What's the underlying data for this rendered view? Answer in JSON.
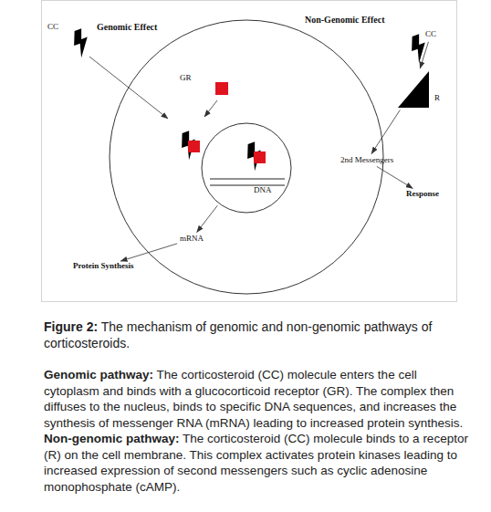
{
  "diagram": {
    "caption": "Figure 2: The mechanism of genomic and non-genomic pathways of corticosteroids.",
    "nodes": [
      {
        "text": [
          "CC"
        ]
      },
      {
        "text": [
          "GR"
        ]
      },
      {
        "text": [
          "DNA"
        ]
      },
      {
        "text": [
          "mRNA"
        ]
      },
      {
        "text": [
          "Protein Synthesis"
        ]
      },
      {
        "text": [
          "CC"
        ]
      },
      {
        "text": [
          "R"
        ]
      },
      {
        "text": [
          "2nd Messengers"
        ]
      },
      {
        "text": [
          "Response"
        ]
      }
    ],
    "edges": [
      {
        "from": 2,
        "to": 3,
        "arrow": "to"
      },
      {
        "from": 3,
        "to": 4,
        "arrow": "to"
      },
      {
        "from": 5,
        "to": 6,
        "arrow": "to"
      },
      {
        "from": 6,
        "to": 7,
        "arrow": "to"
      },
      {
        "from": 7,
        "to": 8,
        "arrow": "to"
      }
    ],
    "labels": [
      "Genomic Effect",
      "Non-Genomic Effect",
      "Genomic pathway: The corticosteroid (CC) molecule enters the cell cytoplasm and binds with a glucocorticoid receptor (GR). The complex then diffuses to the nucleus, binds to specific DNA sequences, and increases the synthesis of messenger RNA (mRNA) leading to increased protein synthesis.",
      "Non-genomic pathway: The corticosteroid (CC) molecule binds to a receptor (R) on the cell membrane. This complex activates protein kinases leading to increased expression of second messengers such as cyclic adenosine monophosphate (cAMP)."
    ]
  }
}
